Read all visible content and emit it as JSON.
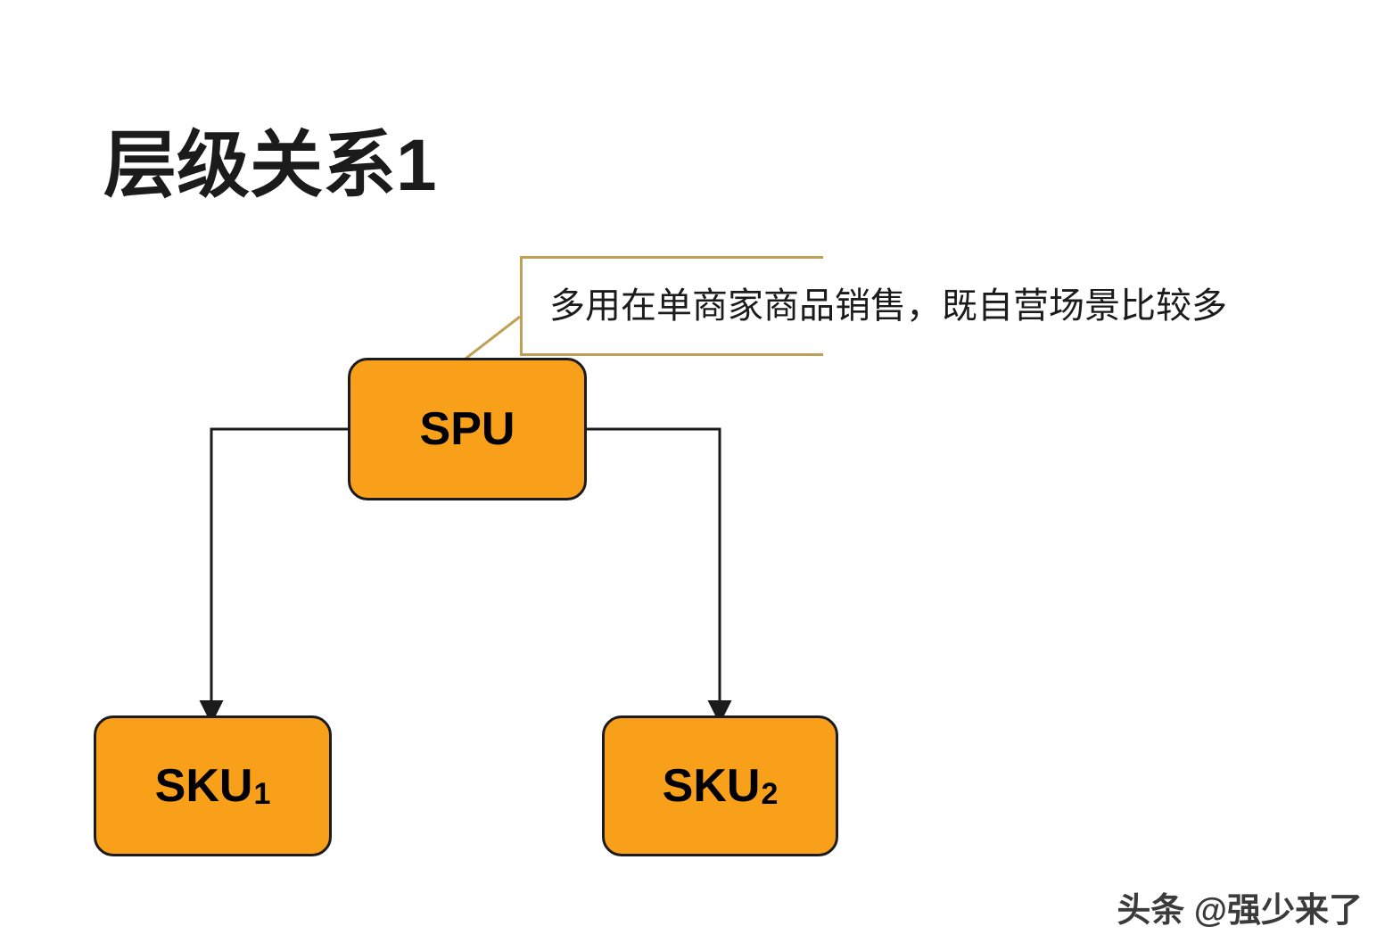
{
  "slide": {
    "title": "层级关系1",
    "background_color": "#ffffff"
  },
  "callout": {
    "text": "多用在单商家商品销售，既自营场景比较多",
    "border_color": "#bfa055",
    "leader_line_color": "#bfa055"
  },
  "diagram": {
    "node_fill_color": "#f9a01b",
    "node_border_color": "#1b1b1b",
    "connector_color": "#1b1b1b",
    "nodes": [
      {
        "id": "spu",
        "label": "SPU",
        "subscript": ""
      },
      {
        "id": "sku1",
        "label": "SKU",
        "subscript": "1"
      },
      {
        "id": "sku2",
        "label": "SKU",
        "subscript": "2"
      }
    ]
  },
  "watermark": {
    "text": "头条 @强少来了"
  }
}
